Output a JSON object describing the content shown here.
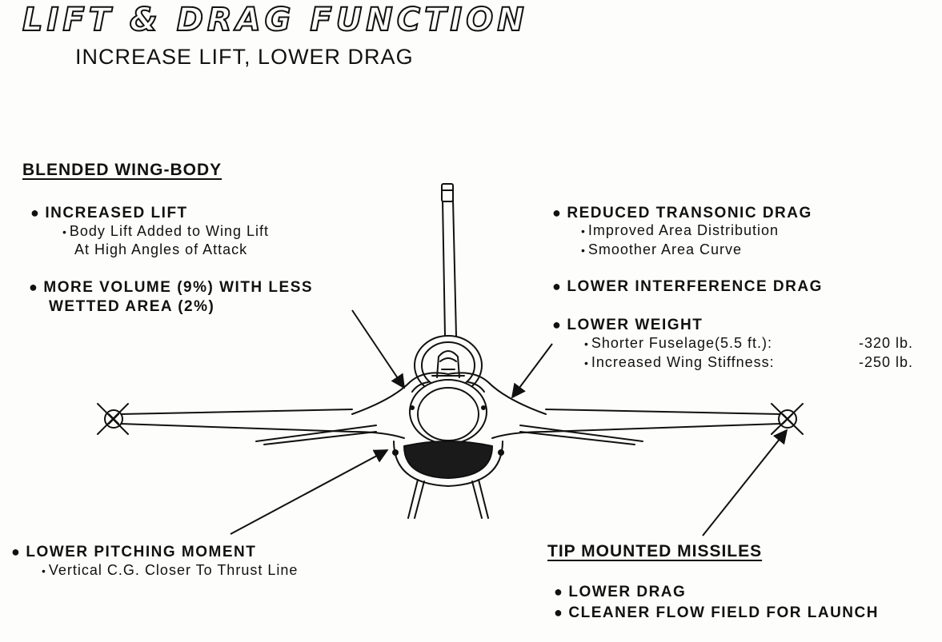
{
  "title": "LIFT & DRAG FUNCTION",
  "subtitle": "INCREASE LIFT, LOWER DRAG",
  "blended": {
    "heading": "BLENDED WING-BODY",
    "increased_lift": "INCREASED LIFT",
    "lift_sub1": "Body Lift Added to Wing Lift",
    "lift_sub2": "At High Angles of Attack",
    "volume1": "MORE VOLUME (9%) WITH LESS",
    "volume2": "WETTED AREA (2%)"
  },
  "right": {
    "transonic": "REDUCED TRANSONIC DRAG",
    "transonic_sub1": "Improved Area Distribution",
    "transonic_sub2": "Smoother Area Curve",
    "interference": "LOWER INTERFERENCE DRAG",
    "weight": "LOWER WEIGHT",
    "weight_sub1": "Shorter Fuselage(5.5 ft.):",
    "weight_val1": "-320 lb.",
    "weight_sub2": "Increased Wing Stiffness:",
    "weight_val2": "-250 lb."
  },
  "pitching": {
    "label": "LOWER PITCHING MOMENT",
    "sub": "Vertical C.G. Closer To Thrust Line"
  },
  "tip": {
    "heading": "TIP MOUNTED MISSILES",
    "item1": "LOWER DRAG",
    "item2": "CLEANER FLOW FIELD FOR LAUNCH"
  }
}
